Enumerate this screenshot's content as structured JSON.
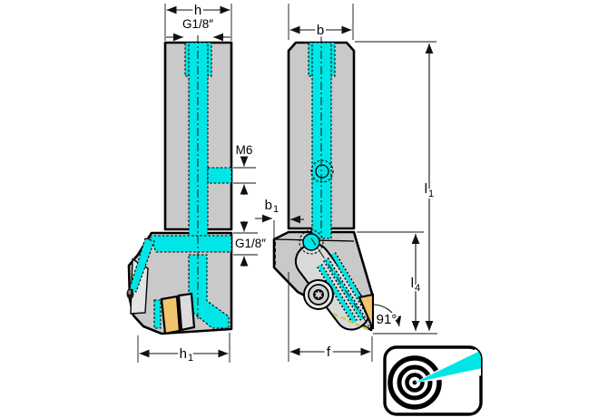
{
  "drawing": {
    "left_view": {
      "dim_h": "h",
      "dim_g18_top": "G1/8″",
      "dim_m6": "M6",
      "dim_g18_side": "G1/8″",
      "dim_h1_base": "h",
      "dim_h1_sub": "1"
    },
    "right_view": {
      "dim_b": "b",
      "dim_b1_base": "b",
      "dim_b1_sub": "1",
      "dim_l1_base": "l",
      "dim_l1_sub": "1",
      "dim_l4_base": "l",
      "dim_l4_sub": "4",
      "dim_angle": "91°",
      "dim_f": "f"
    },
    "badge": {
      "icon": "coolant-jet-target-icon"
    }
  },
  "colors": {
    "body": "#c9c9c9",
    "body-light": "#e4e4e4",
    "coolant": "#00e6e6",
    "insert": "#f2c46d",
    "cutting-edge": "#bcd24a",
    "line": "#111111"
  }
}
